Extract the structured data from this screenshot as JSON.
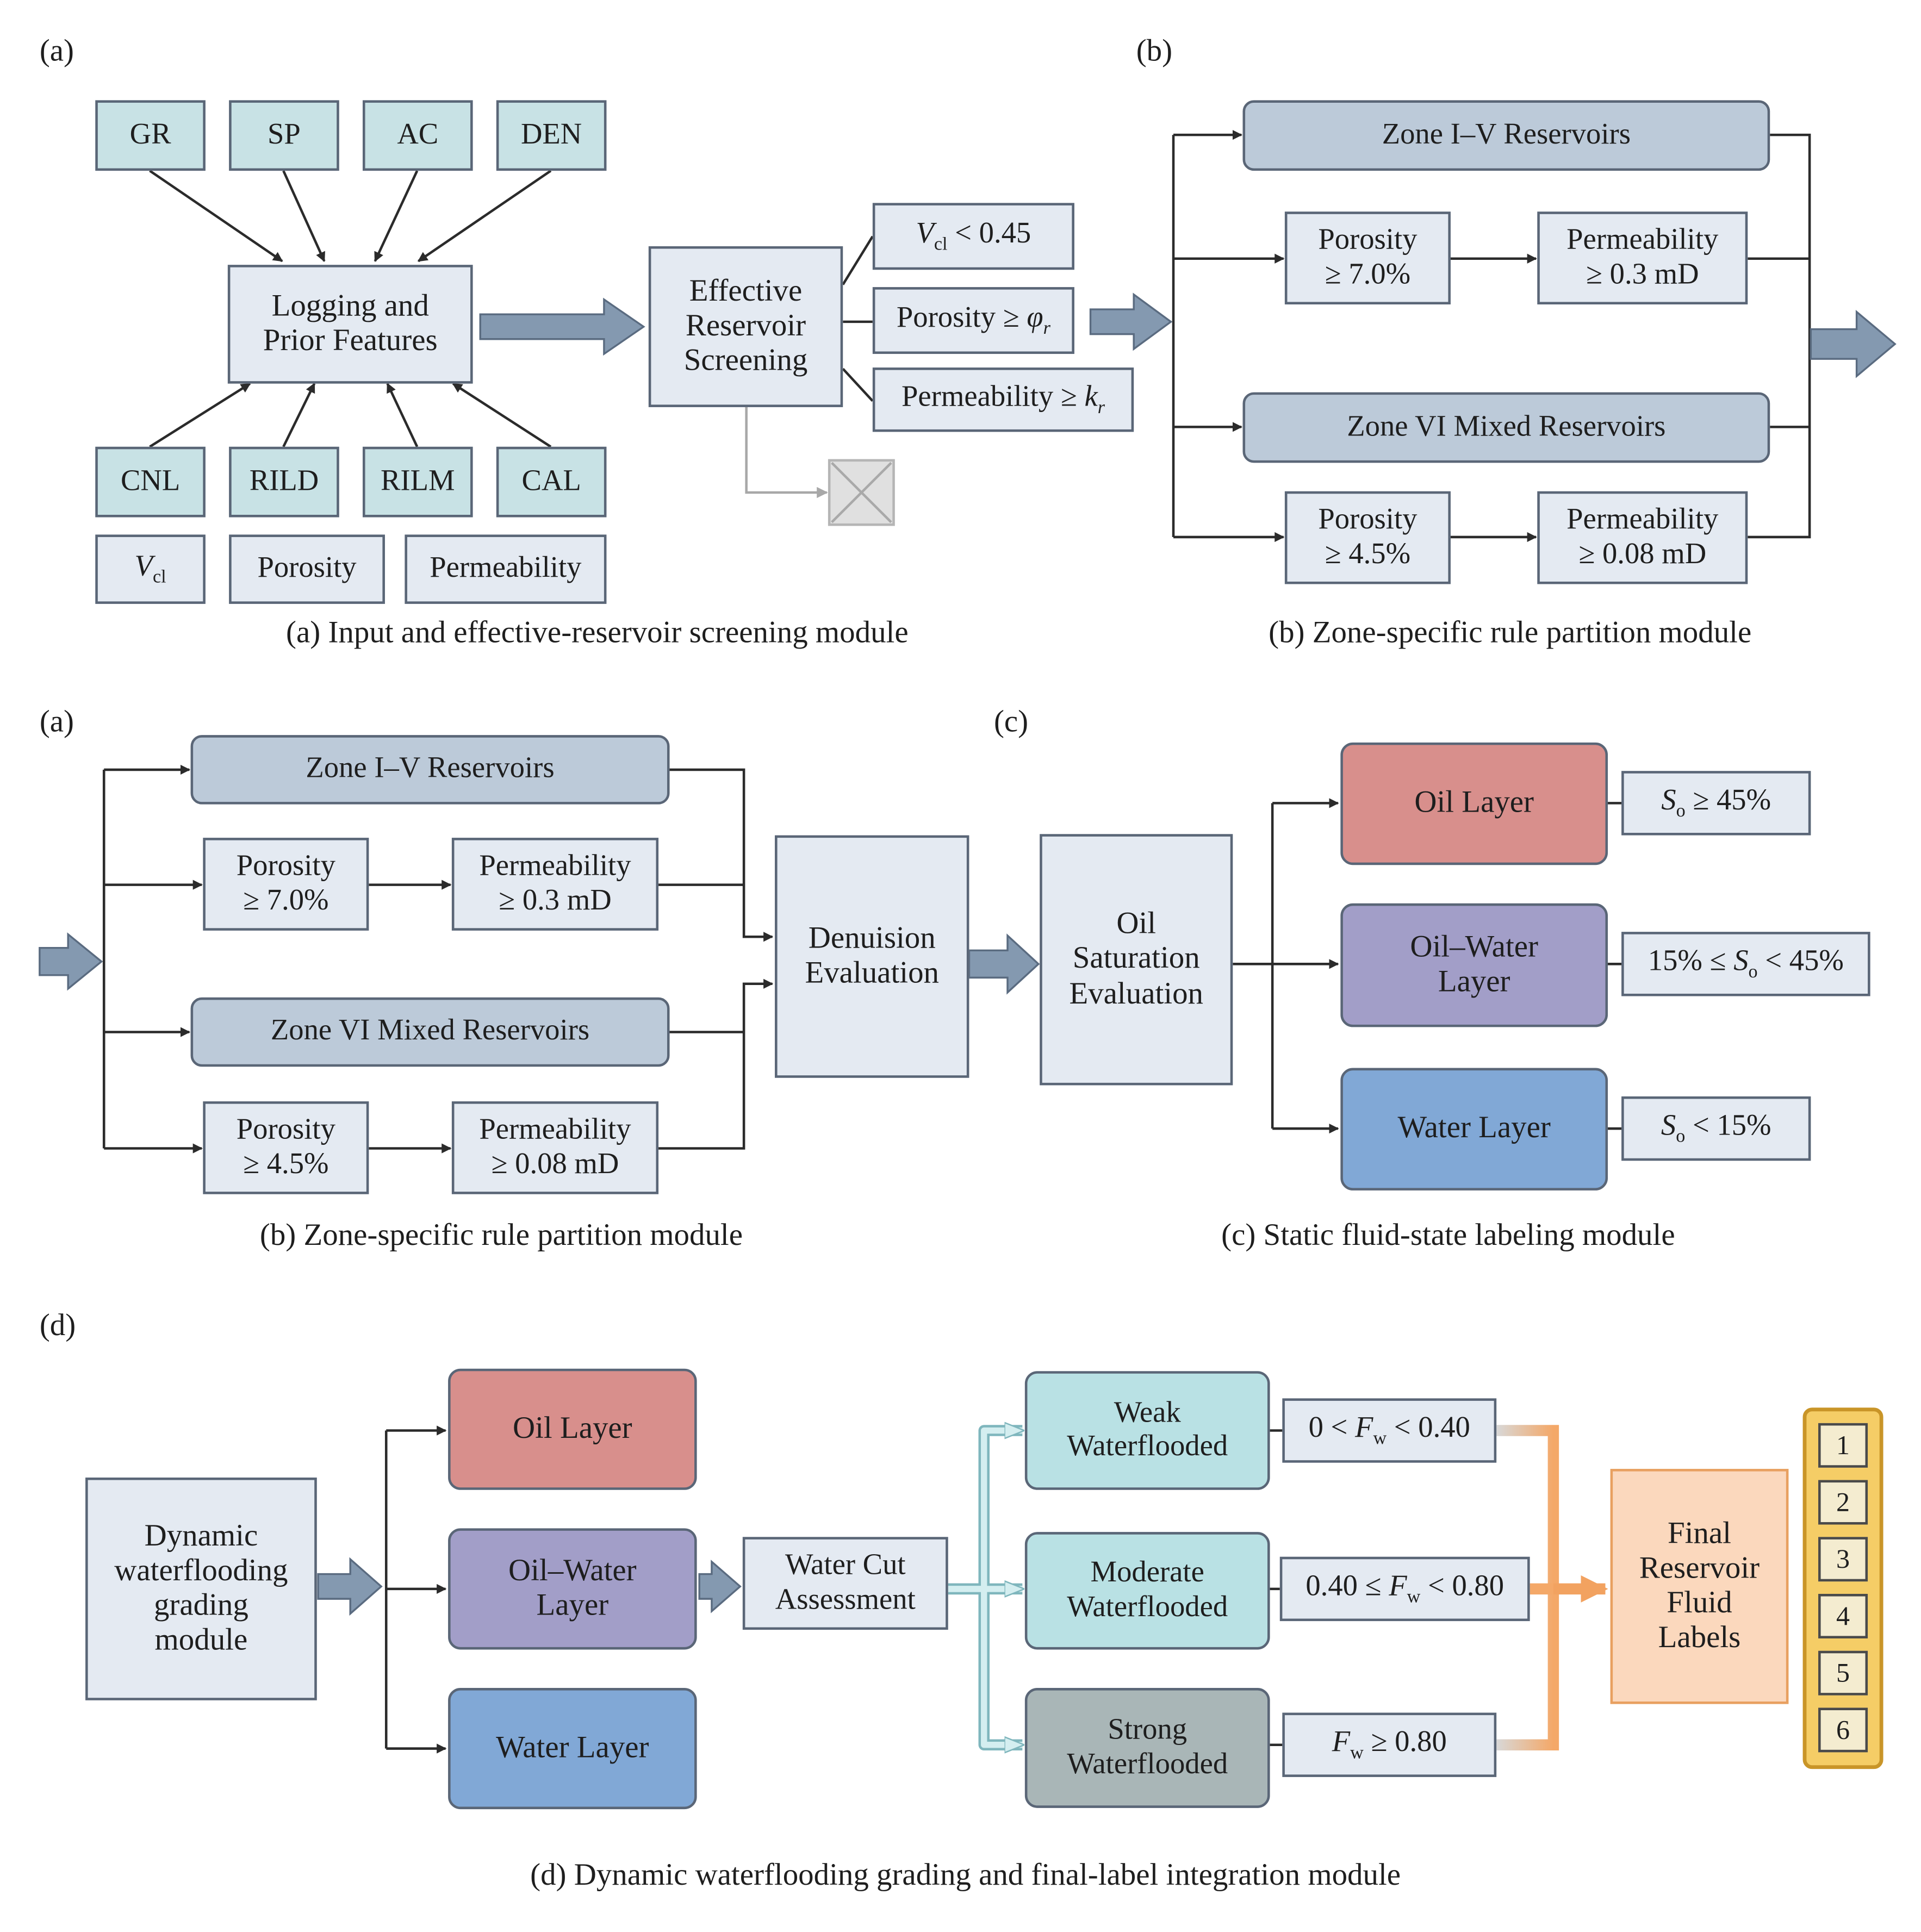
{
  "panel_a": {
    "label": "(a)",
    "inputs_top": [
      "GR",
      "SP",
      "AC",
      "DEN"
    ],
    "inputs_bottom": [
      "CNL",
      "RILD",
      "RILM",
      "CAL"
    ],
    "vcl_symbol": "V",
    "vcl_subscript": "cl",
    "prior_1": "Porosity",
    "prior_2": "Permeability",
    "features": "Logging and\nPrior Features",
    "screening": "Effective\nReservoir\nScreening",
    "cond_vcl_sub": "cl",
    "cond_vcl_rest": " < 0.45",
    "cond_porosity": "Porosity ≥ ",
    "cond_porosity_sym": "φ",
    "cond_porosity_sub": "r",
    "cond_permeability": "Permeability ≥ ",
    "cond_permeability_sym": "k",
    "cond_permeability_sub": "r",
    "caption": "(a) Input and effective-reservoir screening module"
  },
  "panel_b": {
    "label": "(b)",
    "zone_1_5": "Zone I–V Reservoirs",
    "porosity_1": "Porosity\n≥ 7.0%",
    "perm_1": "Permeability\n≥ 0.3 mD",
    "zone_6": "Zone VI Mixed Reservoirs",
    "porosity_2": "Porosity\n≥ 4.5%",
    "perm_2": "Permeability\n≥ 0.08 mD",
    "caption": "(b) Zone-specific rule partition module"
  },
  "panel_b2": {
    "label": "(a)",
    "zone_1_5": "Zone I–V Reservoirs",
    "porosity_1": "Porosity\n≥ 7.0%",
    "perm_1": "Permeability\n≥ 0.3 mD",
    "zone_6": "Zone VI Mixed Reservoirs",
    "porosity_2": "Porosity\n≥ 4.5%",
    "perm_2": "Permeability\n≥ 0.08 mD",
    "denuision": "Denuision\nEvaluation",
    "caption": "(b) Zone-specific rule partition module"
  },
  "panel_c": {
    "label": "(c)",
    "oil_sat": "Oil\nSaturation\nEvaluation",
    "oil_layer": "Oil Layer",
    "oil_water_layer": "Oil–Water\nLayer",
    "water_layer": "Water Layer",
    "so_symbol": "S",
    "so_sub": "o",
    "rule_oil": " ≥ 45%",
    "rule_ow_pre": "15% ≤ ",
    "rule_ow_post": " < 45%",
    "rule_water": " < 15%",
    "caption": "(c) Static fluid-state labeling module"
  },
  "panel_d": {
    "label": "(d)",
    "dynamic": "Dynamic\nwaterflooding\ngrading\nmodule",
    "oil_layer": "Oil Layer",
    "oil_water_layer": "Oil–Water\nLayer",
    "water_layer": "Water Layer",
    "water_cut": "Water Cut\nAssessment",
    "weak": "Weak\nWaterflooded",
    "moderate": "Moderate\nWaterflooded",
    "strong": "Strong\nWaterflooded",
    "fw_symbol": "F",
    "fw_sub": "w",
    "rule_weak_pre": "0 < ",
    "rule_weak_post": " < 0.40",
    "rule_mod_pre": "0.40 ≤ ",
    "rule_mod_post": " < 0.80",
    "rule_strong_post": " ≥ 0.80",
    "final": "Final\nReservoir\nFluid\nLabels",
    "labels": [
      "1",
      "2",
      "3",
      "4",
      "5",
      "6"
    ],
    "caption": "(d) Dynamic waterflooding grading and final-label integration module"
  }
}
